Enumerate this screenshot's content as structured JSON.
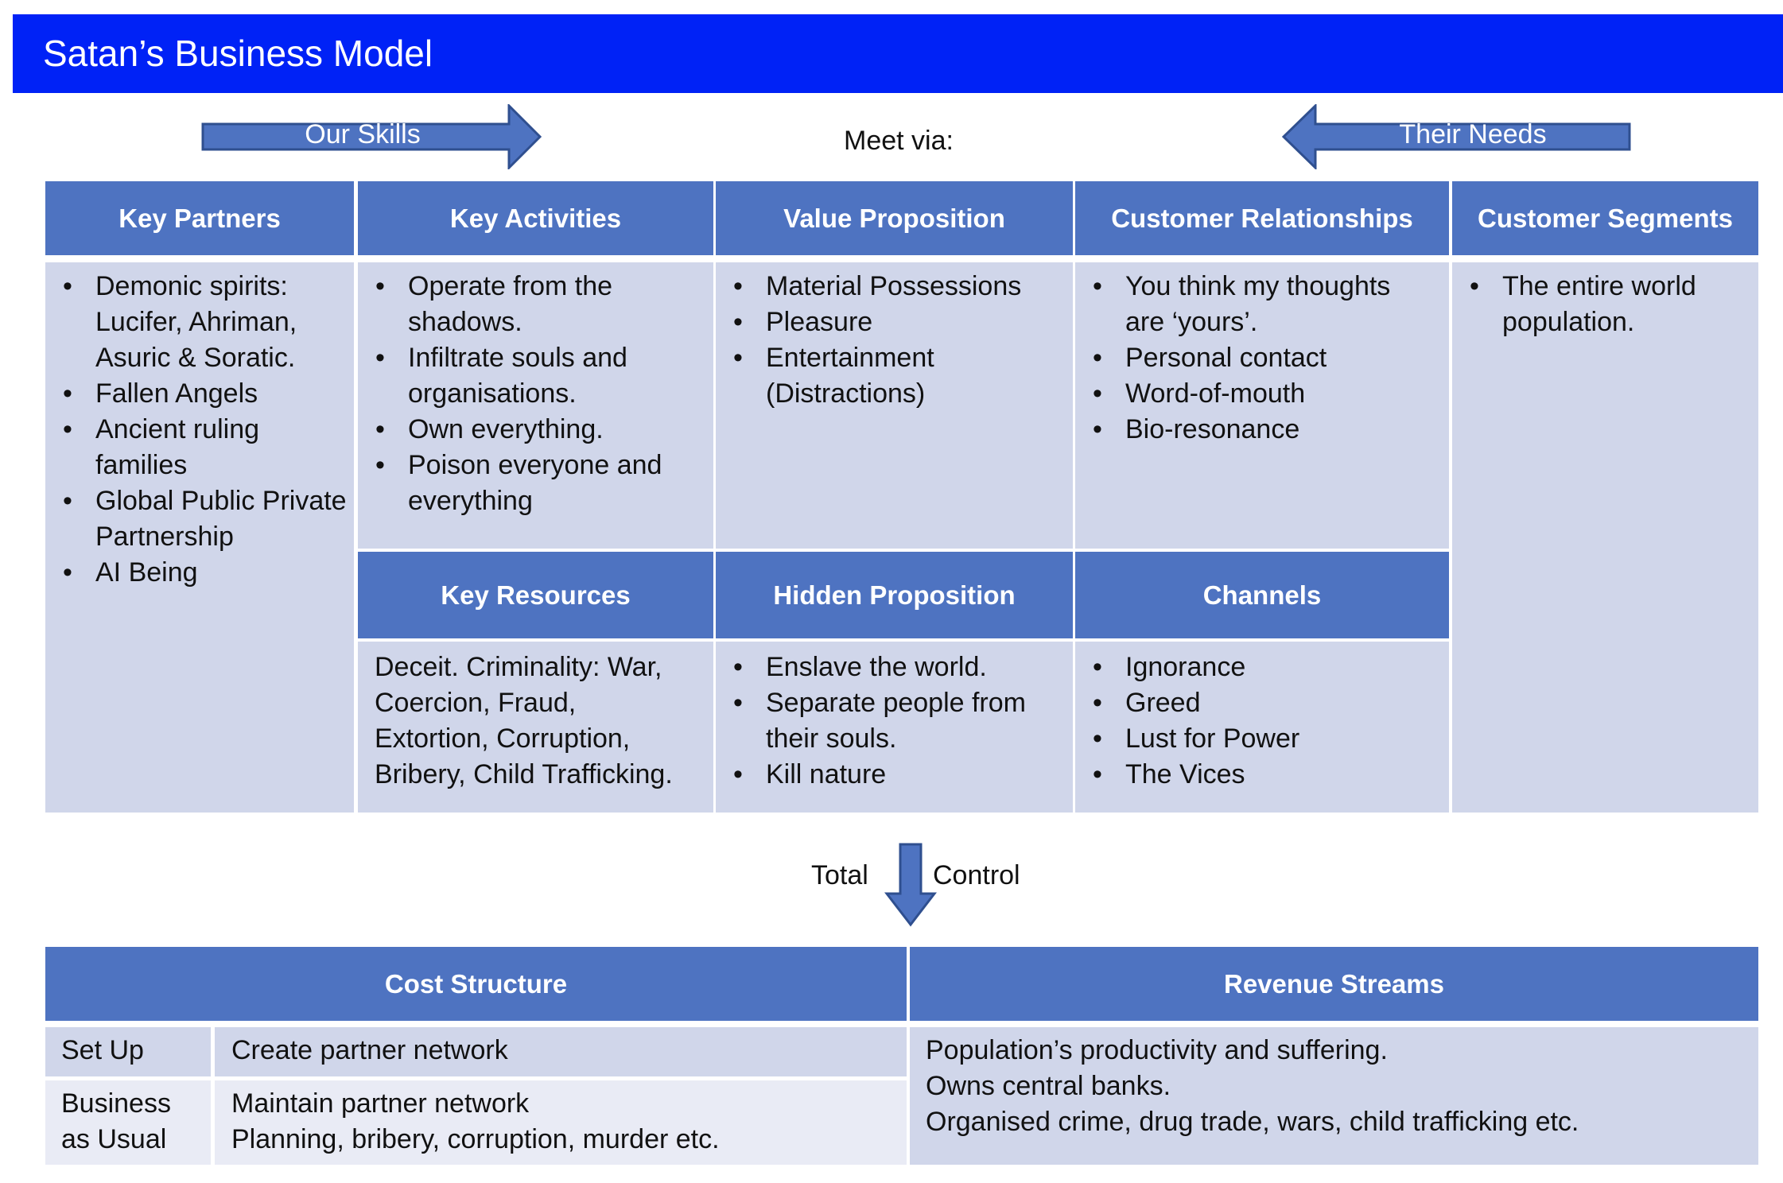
{
  "title": "Satan’s Business Model",
  "arrows": {
    "our_skills": "Our Skills",
    "their_needs": "Their Needs",
    "meet_via": "Meet via:",
    "total": "Total",
    "control": "Control"
  },
  "colors": {
    "title_bar": "#0022f6",
    "header": "#4e73c1",
    "cell": "#d0d6ea",
    "cell_light": "#e9ebf5",
    "arrow_outline": "#2f4f8f"
  },
  "canvas": {
    "key_partners": {
      "header": "Key Partners",
      "items": [
        "Demonic spirits: Lucifer, Ahriman, Asuric & Soratic.",
        "Fallen Angels",
        "Ancient ruling families",
        "Global Public Private Partnership",
        "AI Being"
      ]
    },
    "key_activities": {
      "header": "Key Activities",
      "items": [
        "Operate from the shadows.",
        "Infiltrate souls and organisations.",
        "Own everything.",
        "Poison everyone and everything"
      ]
    },
    "value_proposition": {
      "header": "Value Proposition",
      "items": [
        "Material Possessions",
        "Pleasure",
        "Entertainment (Distractions)"
      ]
    },
    "customer_relationships": {
      "header": "Customer Relationships",
      "items": [
        "You think my thoughts are ‘yours’.",
        "Personal contact",
        "Word-of-mouth",
        "Bio-resonance"
      ]
    },
    "customer_segments": {
      "header": "Customer Segments",
      "items": [
        "The entire world population."
      ]
    },
    "key_resources": {
      "header": "Key Resources",
      "text": "Deceit. Criminality: War, Coercion, Fraud, Extortion, Corruption, Bribery, Child Trafficking."
    },
    "hidden_proposition": {
      "header": "Hidden Proposition",
      "items": [
        "Enslave the world.",
        "Separate people from their souls.",
        "Kill nature"
      ]
    },
    "channels": {
      "header": "Channels",
      "items": [
        "Ignorance",
        "Greed",
        "Lust for Power",
        "The Vices"
      ]
    }
  },
  "cost_structure": {
    "header": "Cost Structure",
    "rows": [
      {
        "label": "Set Up",
        "lines": [
          "Create partner network"
        ]
      },
      {
        "label": "Business as Usual",
        "lines": [
          "Maintain partner network",
          "Planning, bribery, corruption, murder etc."
        ]
      }
    ]
  },
  "revenue_streams": {
    "header": "Revenue Streams",
    "lines": [
      "Population’s productivity and suffering.",
      "Owns central banks.",
      "Organised crime, drug trade, wars, child trafficking etc."
    ]
  }
}
